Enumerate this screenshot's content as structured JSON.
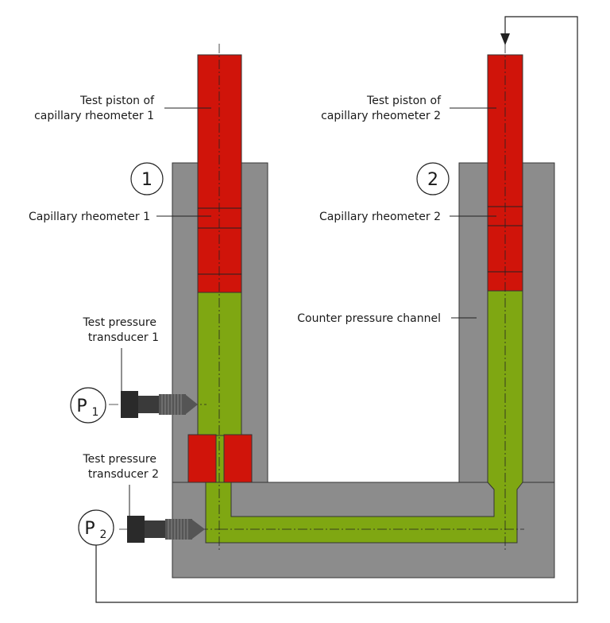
{
  "colors": {
    "housing": "#8c8c8c",
    "piston": "#d0140a",
    "melt": "#7fa712",
    "transducer": "#2a2a2a",
    "line": "#222222"
  },
  "markers": {
    "rheometer1": "1",
    "rheometer2": "2",
    "p1": {
      "base": "P",
      "sub": "1"
    },
    "p2": {
      "base": "P",
      "sub": "2"
    }
  },
  "labels": {
    "piston1": [
      "Test piston of",
      "capillary rheometer 1"
    ],
    "piston2": [
      "Test piston of",
      "capillary rheometer 2"
    ],
    "rheo1": "Capillary rheometer 1",
    "rheo2": "Capillary rheometer 2",
    "counter": "Counter pressure channel",
    "trans1": [
      "Test pressure",
      "transducer 1"
    ],
    "trans2": [
      "Test pressure",
      "transducer 2"
    ]
  },
  "icons": {
    "transducer1": "pressure-transducer-icon",
    "transducer2": "pressure-transducer-icon",
    "feedback_arrow": "arrow-down-icon"
  }
}
